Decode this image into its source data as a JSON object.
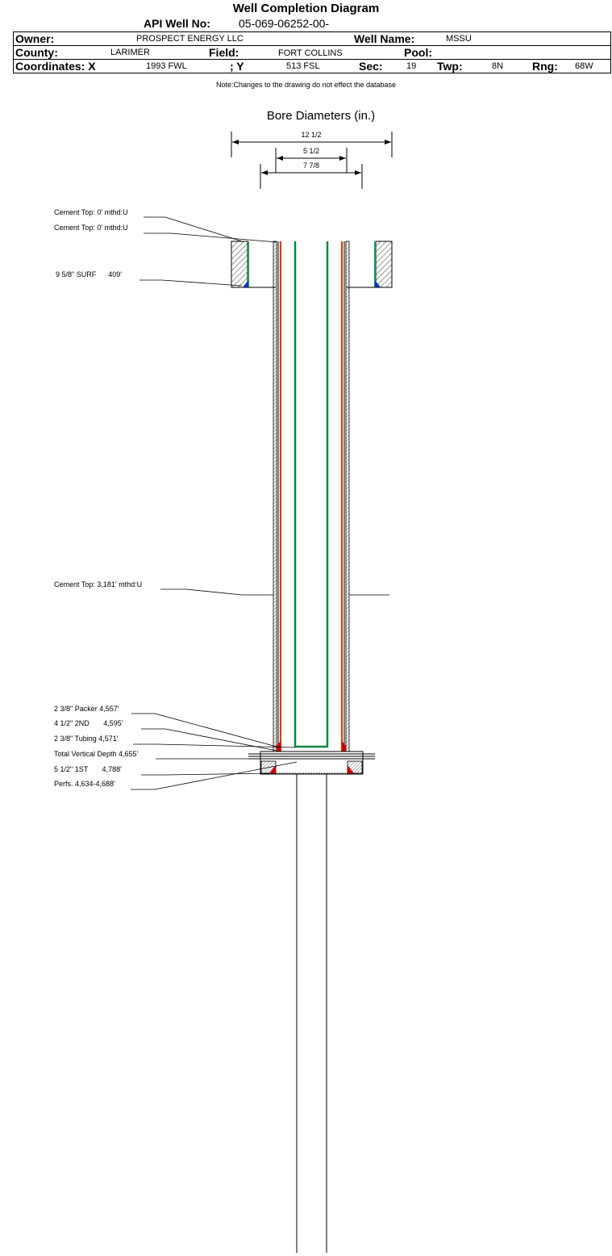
{
  "header": {
    "title": "Well Completion Diagram",
    "api_label": "API Well No:",
    "api_value": "05-069-06252-00-",
    "owner_label": "Owner:",
    "owner_value": "PROSPECT ENERGY LLC",
    "well_name_label": "Well Name:",
    "well_name_value": "MSSU",
    "county_label": "County:",
    "county_value": "LARIMER",
    "field_label": "Field:",
    "field_value": "FORT COLLINS",
    "pool_label": "Pool:",
    "pool_value": "",
    "coord_x_label": "Coordinates: X",
    "coord_x_value": "1993 FWL",
    "coord_y_label": "; Y",
    "coord_y_value": "513 FSL",
    "sec_label": "Sec:",
    "sec_value": "19",
    "twp_label": "Twp:",
    "twp_value": "8N",
    "rng_label": "Rng:",
    "rng_value": "68W",
    "note": "Note:Changes to the drawing do not effect the database"
  },
  "bore": {
    "title": "Bore Diameters (in.)",
    "dims": [
      "12 1/2",
      "5 1/2",
      "7 7/8"
    ]
  },
  "labels": {
    "cement_top_1": "Cement Top: 0' mthd:U",
    "cement_top_2": "Cement Top: 0' mthd:U",
    "surf_casing": "9 5/8\" SURF      409'",
    "cement_top_3": "Cement Top: 3,181' mthd:U",
    "packer": "2 3/8\" Packer 4,557'",
    "second": "4 1/2\" 2ND       4,595'",
    "tubing": "2 3/8\" Tubing 4,571'",
    "tvd": "Total Vertical Depth 4,655'",
    "first": "5 1/2\" 1ST       4,788'",
    "perfs": "Perfs. 4,634-4,688'"
  },
  "colors": {
    "surface_casing": "#1a9a5c",
    "intermediate_casing": "#cc4400",
    "tubing": "#008844",
    "cement_fill": "#cc0000",
    "shoe": "#0033cc"
  }
}
